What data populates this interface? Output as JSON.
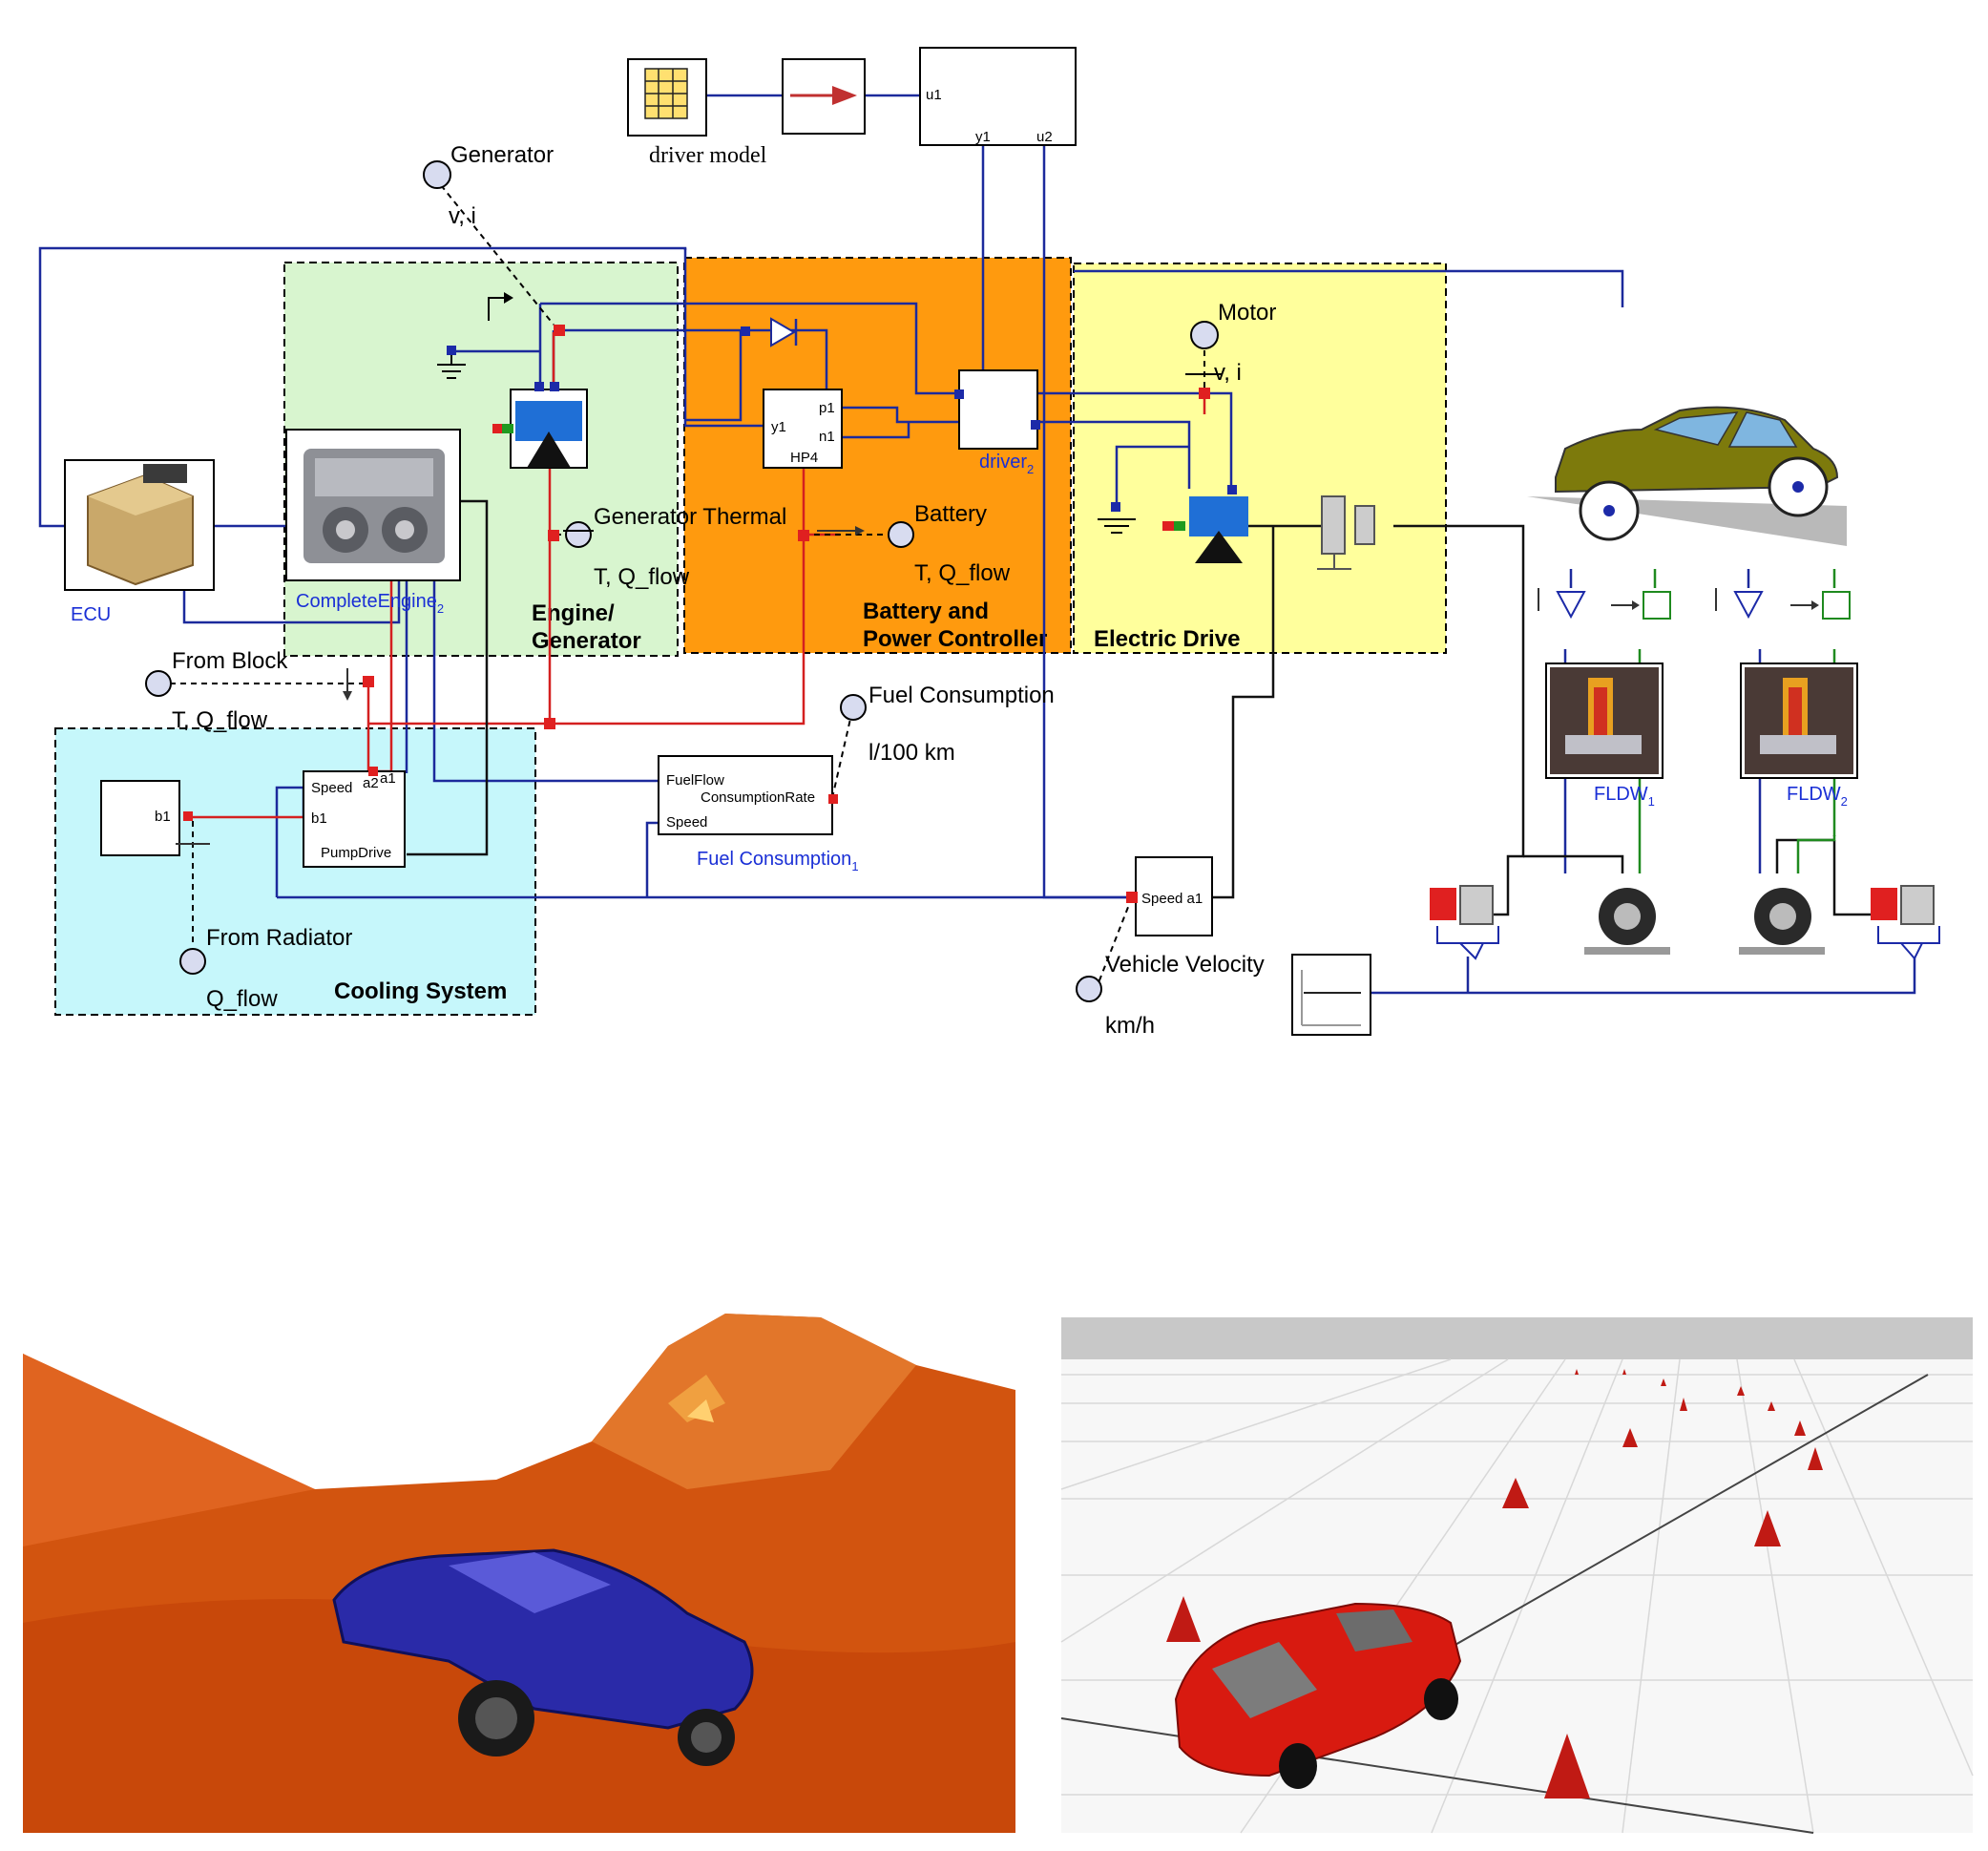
{
  "groups": {
    "engine": "Engine/\nGenerator",
    "battery": "Battery and\nPower Controller",
    "electric": "Electric Drive",
    "cooling": "Cooling System"
  },
  "blocks": {
    "driver_model": "driver model",
    "ecu": "ECU",
    "complete_engine": "CompleteEngine",
    "complete_engine_sub": "2",
    "driver2": "driver",
    "driver2_sub": "2",
    "fuel_consumption": "Fuel Consumption",
    "fuel_consumption_sub": "1",
    "fldw1": "FLDW",
    "fldw1_sub": "1",
    "fldw2": "FLDW",
    "fldw2_sub": "2"
  },
  "ports": {
    "u1": "u1",
    "y1": "y1",
    "u2": "u2",
    "hp_y1": "y1",
    "hp_p1": "p1",
    "hp_n1": "n1",
    "hp_name": "HP4",
    "fuelflow": "FuelFlow",
    "consumption_rate": "ConsumptionRate",
    "fc_speed": "Speed",
    "pump_speed": "Speed",
    "pump_b1": "b1",
    "pump_a2": "a2",
    "pump_a1": "a1",
    "pump_name": "PumpDrive",
    "rad_b1": "b1",
    "speed_a1": "Speed a1"
  },
  "probes": {
    "generator": "Generator",
    "generator_unit": "v, i",
    "generator_thermal": "Generator Thermal",
    "generator_thermal_unit": "T, Q_flow",
    "battery": "Battery",
    "battery_unit": "T, Q_flow",
    "motor": "Motor",
    "motor_unit": "v, i",
    "from_block": "From Block",
    "from_block_unit": "T, Q_flow",
    "fuel_consumption": "Fuel Consumption",
    "fuel_consumption_unit": "l/100 km",
    "from_radiator": "From Radiator",
    "from_radiator_unit": "Q_flow",
    "vehicle_velocity": "Vehicle Velocity",
    "vehicle_velocity_unit": "km/h"
  },
  "colors": {
    "engine_bg": "#d8f5cf",
    "battery_bg": "#ff9a0e",
    "electric_bg": "#ffff9c",
    "cooling_bg": "#c6f7fb",
    "wire_blue": "#1c2a9c",
    "wire_red": "#d42020",
    "terrain": "#d2540f",
    "blue_car": "#2a2aa8",
    "red_car": "#d81a10"
  },
  "icons": [
    "table-icon",
    "gain-icon",
    "ground-icon",
    "diode-icon",
    "generator-icon",
    "motor-icon",
    "clutch-icon",
    "engine-image",
    "ecu-image",
    "suspension-image",
    "tire-icon",
    "brake-icon",
    "step-source-icon",
    "car-icon"
  ]
}
